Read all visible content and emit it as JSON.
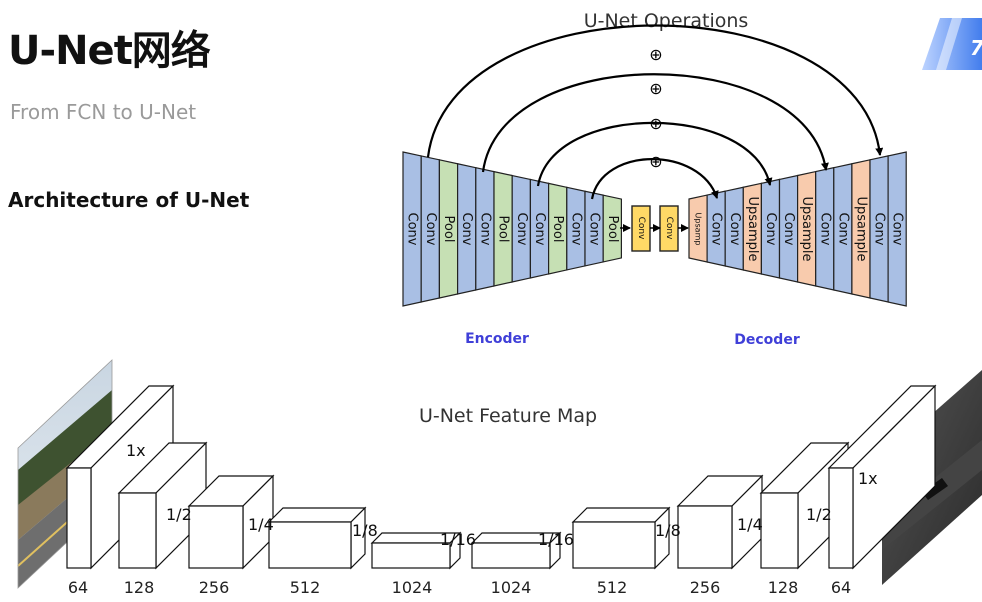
{
  "slide": {
    "title": "U-Net网络",
    "subtitle": "From FCN to U-Net",
    "section_heading": "Architecture of U-Net",
    "slide_number": "7"
  },
  "operations_diagram": {
    "title": "U-Net Operations",
    "skip_symbol": "⊕",
    "encoder_label": "Encoder",
    "decoder_label": "Decoder",
    "encoder_layers": [
      "Conv",
      "Conv",
      "Pool",
      "Conv",
      "Conv",
      "Pool",
      "Conv",
      "Conv",
      "Pool",
      "Conv",
      "Conv",
      "Pool"
    ],
    "bottleneck_layers": [
      "Conv",
      "Conv"
    ],
    "decoder_layers": [
      "Upsamp",
      "Conv",
      "Conv",
      "Upsample",
      "Conv",
      "Conv",
      "Upsample",
      "Conv",
      "Conv",
      "Upsample",
      "Conv",
      "Conv"
    ],
    "colors": {
      "conv": "#a9bfe4",
      "pool": "#c6e0b4",
      "upsample": "#f8cbad",
      "bottleneck": "#ffd966",
      "label_blue": "#3f3fd8"
    }
  },
  "feature_map": {
    "title": "U-Net Feature Map",
    "channels": [
      "64",
      "128",
      "256",
      "512",
      "1024",
      "1024",
      "512",
      "256",
      "128",
      "64"
    ],
    "scales": {
      "enc_1x": "1x",
      "enc_half": "1/2",
      "enc_quarter": "1/4",
      "enc_eighth": "1/8",
      "enc_sixteenth": "1/16",
      "dec_sixteenth": "1/16",
      "dec_eighth": "1/8",
      "dec_quarter": "1/4",
      "dec_half": "1/2",
      "dec_1x": "1x"
    },
    "input_image": "road-scene-photo",
    "output_image": "segmentation-mask"
  }
}
